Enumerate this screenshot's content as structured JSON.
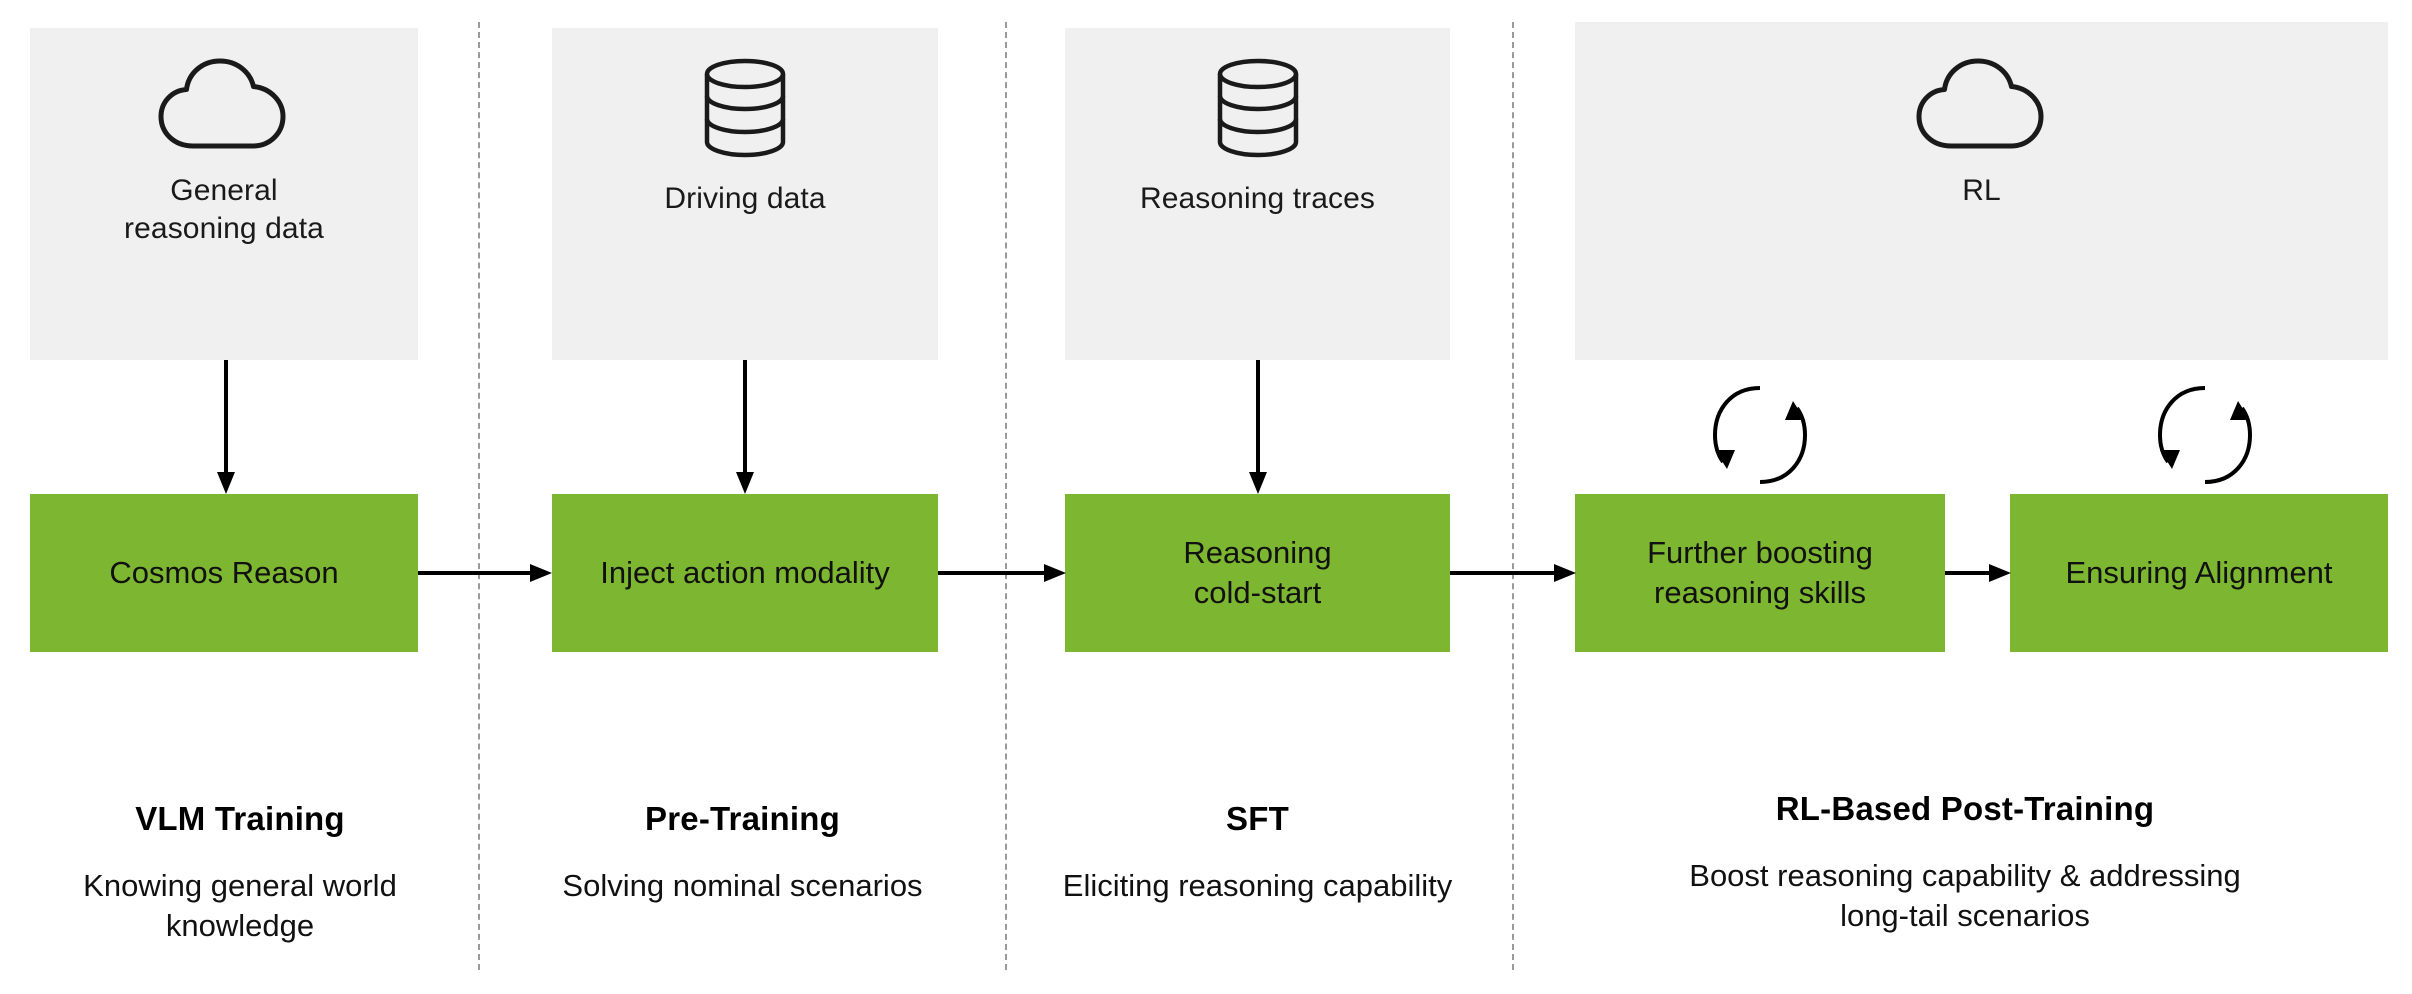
{
  "theme": {
    "background": "#ffffff",
    "panel_fill": "#f0f0f0",
    "box_fill": "#7db630",
    "stroke": "#000000",
    "divider": "#9a9a9a"
  },
  "panels": [
    {
      "icon": "cloud-icon",
      "label": "General\nreasoning data"
    },
    {
      "icon": "database-icon",
      "label": "Driving data"
    },
    {
      "icon": "database-icon",
      "label": "Reasoning traces"
    },
    {
      "icon": "cloud-icon",
      "label": "RL"
    }
  ],
  "boxes": [
    {
      "label": "Cosmos Reason"
    },
    {
      "label": "Inject action modality"
    },
    {
      "label": "Reasoning\ncold-start"
    },
    {
      "label": "Further boosting\nreasoning skills"
    },
    {
      "label": "Ensuring Alignment"
    }
  ],
  "stages": [
    {
      "title": "VLM Training",
      "subtitle": "Knowing general world\nknowledge"
    },
    {
      "title": "Pre-Training",
      "subtitle": "Solving nominal scenarios"
    },
    {
      "title": "SFT",
      "subtitle": "Eliciting reasoning capability"
    },
    {
      "title": "RL-Based Post-Training",
      "subtitle": "Boost reasoning capability & addressing\nlong-tail scenarios"
    }
  ],
  "connectors": {
    "down_arrows": 3,
    "right_arrows": 4,
    "cycle_loops": 2
  }
}
